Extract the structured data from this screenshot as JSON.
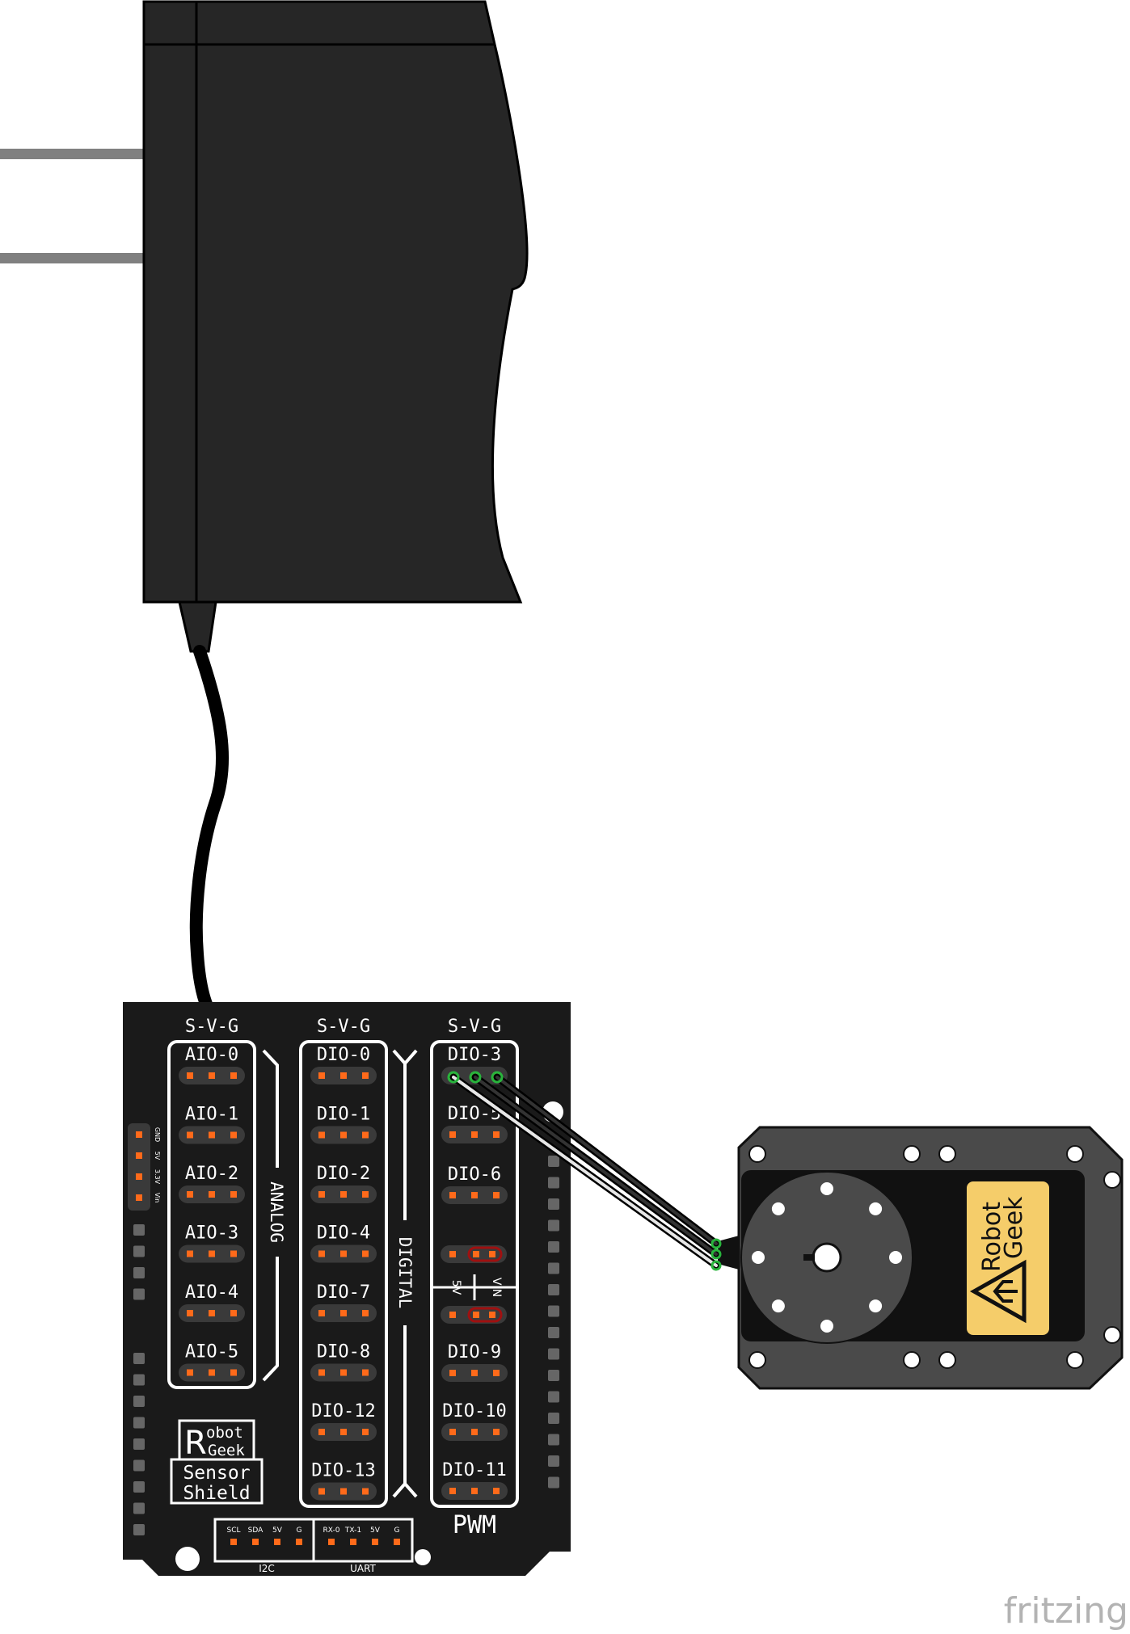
{
  "colors": {
    "adapter_body": "#262626",
    "board": "#1a1a1a",
    "servo_body": "#4a4a4a",
    "servo_face": "#111111",
    "robotgeek_label": "#f5cd6a",
    "pin": "#ff6a1a",
    "wire_white": "#e6e6e6",
    "wire_black": "#1c1c1c",
    "connector_green": "#28b43c"
  },
  "icons": {
    "logo": "robotgeek-warning-logo",
    "watermark": "fritzing-wordmark"
  },
  "sensor_shield": {
    "header_label": "S-V-G",
    "analog_pins": [
      "AIO-0",
      "AIO-1",
      "AIO-2",
      "AIO-3",
      "AIO-4",
      "AIO-5"
    ],
    "analog_label": "ANALOG",
    "digital_pins": [
      "DIO-0",
      "DIO-1",
      "DIO-2",
      "DIO-4",
      "DIO-7",
      "DIO-8",
      "DIO-12",
      "DIO-13"
    ],
    "digital_label": "DIGITAL",
    "pwm_pins": [
      "DIO-3",
      "DIO-5",
      "DIO-6",
      "DIO-9",
      "DIO-10",
      "DIO-11"
    ],
    "pwm_label": "PWM",
    "jumper_5v": "5V",
    "jumper_vin": "VIN",
    "logo_robot_r": "R",
    "logo_robot": "obot",
    "logo_geek": "Geek",
    "logo_line1": "Sensor",
    "logo_line2": "Shield",
    "power_header": [
      "GND",
      "5V",
      "3.3V",
      "Vin"
    ],
    "i2c_pins": [
      "SCL",
      "SDA",
      "5V",
      "G"
    ],
    "uart_pins": [
      "RX-0",
      "TX-1",
      "5V",
      "G"
    ],
    "i2c_label": "I2C",
    "uart_label": "UART"
  },
  "servo": {
    "brand_line1": "Robot",
    "brand_line2": "Geek"
  },
  "watermark": "fritzing"
}
